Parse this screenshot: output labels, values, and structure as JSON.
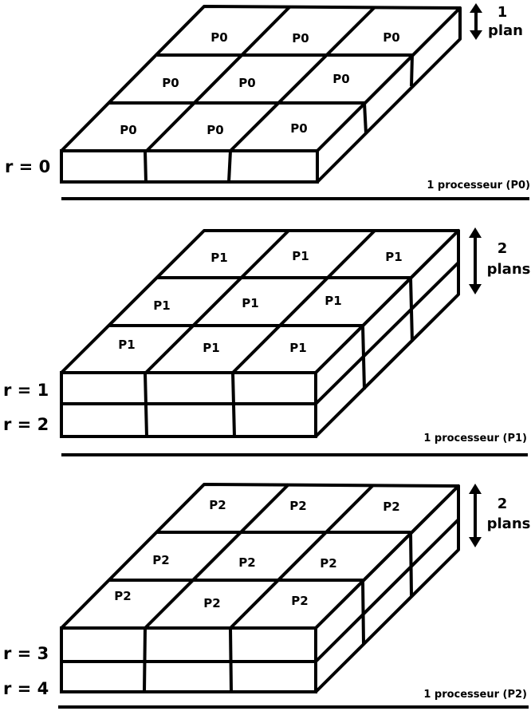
{
  "diagram": {
    "blocks": [
      {
        "id": "p0",
        "cells": [
          "P0",
          "P0",
          "P0",
          "P0",
          "P0",
          "P0",
          "P0",
          "P0",
          "P0"
        ],
        "r_labels": [
          "r = 0"
        ],
        "planes_number": "1",
        "planes_word": "plan",
        "processor": "1 processeur (P0)"
      },
      {
        "id": "p1",
        "cells": [
          "P1",
          "P1",
          "P1",
          "P1",
          "P1",
          "P1",
          "P1",
          "P1",
          "P1"
        ],
        "r_labels": [
          "r = 1",
          "r = 2"
        ],
        "planes_number": "2",
        "planes_word": "plans",
        "processor": "1 processeur (P1)"
      },
      {
        "id": "p2",
        "cells": [
          "P2",
          "P2",
          "P2",
          "P2",
          "P2",
          "P2",
          "P2",
          "P2",
          "P2"
        ],
        "r_labels": [
          "r = 3",
          "r = 4"
        ],
        "planes_number": "2",
        "planes_word": "plans",
        "processor": "1 processeur (P2)"
      }
    ],
    "colors": {
      "stroke": "#000000",
      "fill": "#ffffff"
    }
  }
}
